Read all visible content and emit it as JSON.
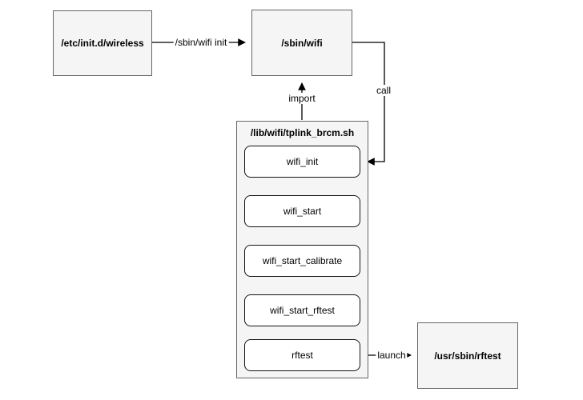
{
  "diagram": {
    "nodes": {
      "wireless": {
        "label": "/etc/init.d/wireless"
      },
      "sbin_wifi": {
        "label": "/sbin/wifi"
      },
      "usr_sbin_rftest": {
        "label": "/usr/sbin/rftest"
      }
    },
    "container": {
      "title": "/lib/wifi/tplink_brcm.sh",
      "steps": [
        {
          "label": "wifi_init"
        },
        {
          "label": "wifi_start"
        },
        {
          "label": "wifi_start_calibrate"
        },
        {
          "label": "wifi_start_rftest"
        },
        {
          "label": "rftest"
        }
      ]
    },
    "edges": {
      "init": {
        "label": "/sbin/wifi init"
      },
      "import": {
        "label": "import"
      },
      "call": {
        "label": "call"
      },
      "launch": {
        "label": "launch"
      }
    },
    "colors": {
      "node_fill": "#f5f5f5",
      "node_border": "#666666",
      "step_fill": "#ffffff",
      "step_border": "#141414",
      "edge_stroke": "#000000",
      "background": "#ffffff"
    }
  }
}
